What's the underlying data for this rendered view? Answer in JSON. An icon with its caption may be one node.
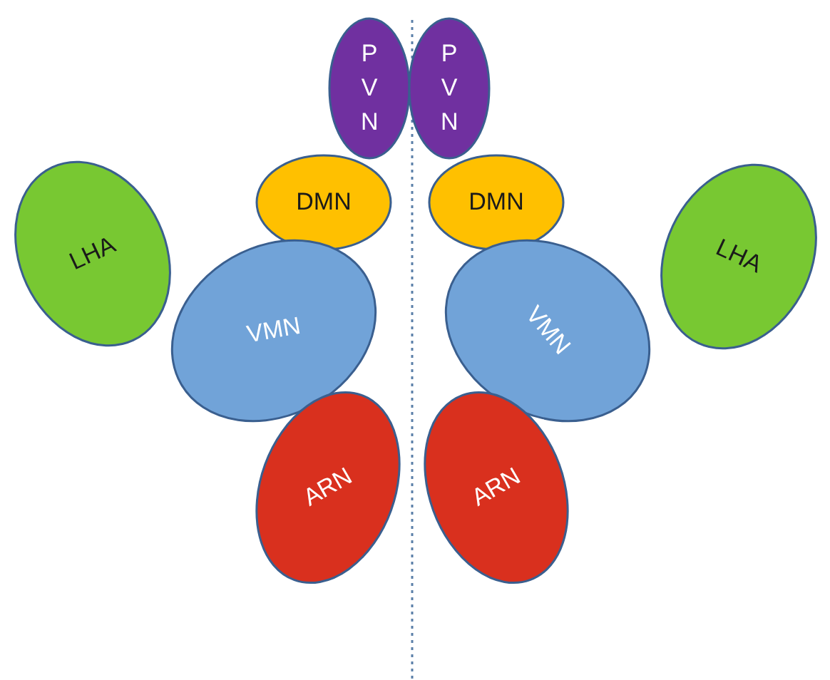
{
  "diagram": {
    "nodes": [
      {
        "text": [
          "PVN"
        ]
      },
      {
        "text": [
          "PVN"
        ]
      },
      {
        "text": [
          "LHA"
        ]
      },
      {
        "text": [
          "DMN"
        ]
      },
      {
        "text": [
          "DMN"
        ]
      },
      {
        "text": [
          "LHA"
        ]
      },
      {
        "text": [
          "VMN"
        ]
      },
      {
        "text": [
          "VMN"
        ]
      },
      {
        "text": [
          "ARN"
        ]
      },
      {
        "text": [
          "ARN"
        ]
      }
    ]
  }
}
